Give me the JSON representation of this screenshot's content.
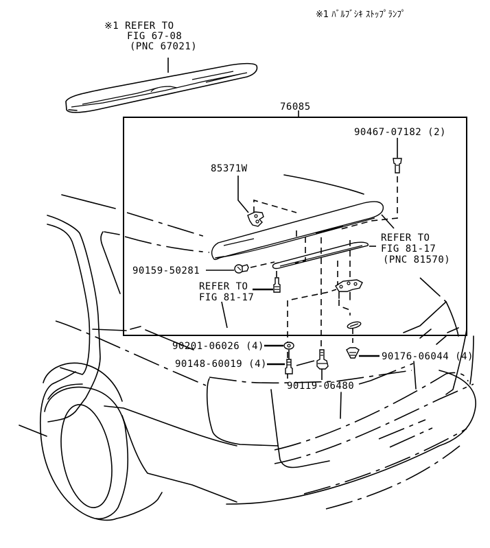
{
  "diagram": {
    "title_note": "※1 ﾊﾞﾙﾌﾞｼｷ  ｽﾄｯﾌﾟﾗﾝﾌﾟ",
    "assembly_part_number": "76085",
    "callouts": {
      "high_mount_lamp_ref": {
        "line1": "※1 REFER TO",
        "line2": "FIG 67-08",
        "line3": "(PNC 67021)"
      },
      "spoiler": "85371W",
      "screw_top": "90467-07182 (2)",
      "grommet_left": "90159-50281",
      "refer_fig_left": {
        "line1": "REFER TO",
        "line2": "FIG 81-17"
      },
      "refer_fig_right": {
        "line1": "REFER TO",
        "line2": "FIG 81-17",
        "line3": "(PNC 81570)"
      },
      "washer": "90201-06026 (4)",
      "bolt": "90148-60019 (4)",
      "stud": "90119-06480",
      "nut": "90176-06044 (4)"
    },
    "icons": {
      "assembly_box": "callout-box",
      "fasteners": [
        "screw-icon",
        "grommet-icon",
        "bolt-icon",
        "washer-icon",
        "nut-icon",
        "clip-icon",
        "bracket-icon"
      ]
    },
    "colors": {
      "ink": "#000000",
      "paper": "#ffffff"
    }
  }
}
